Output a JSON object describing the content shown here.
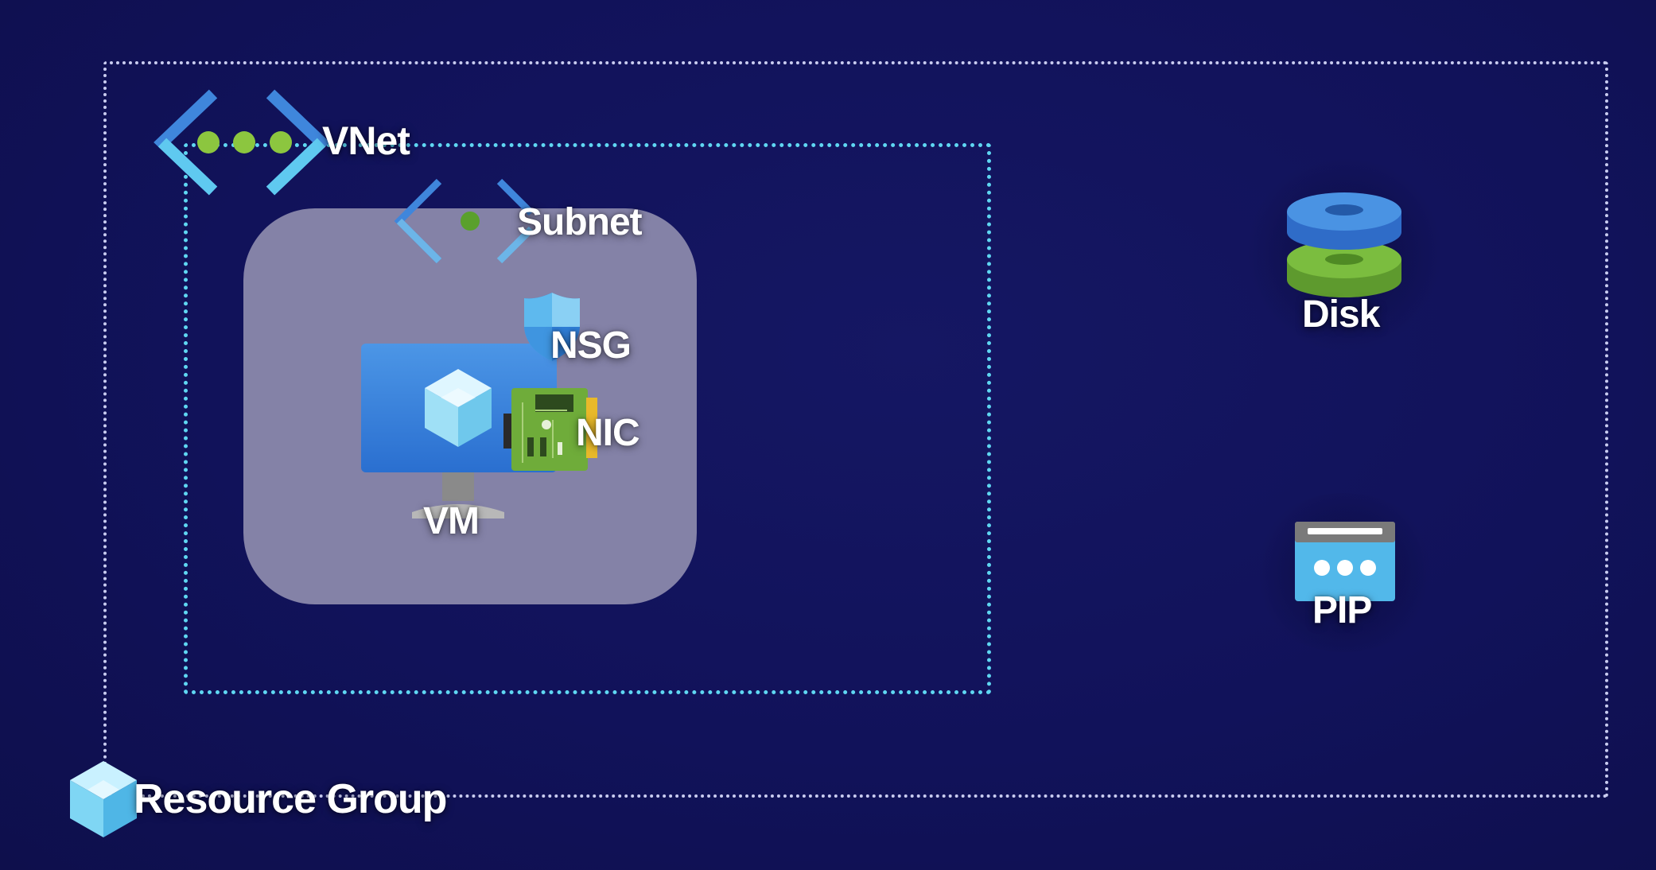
{
  "resource_group": {
    "label": "Resource Group"
  },
  "vnet": {
    "label": "VNet"
  },
  "subnet": {
    "label": "Subnet"
  },
  "nsg": {
    "label": "NSG"
  },
  "nic": {
    "label": "NIC"
  },
  "vm": {
    "label": "VM"
  },
  "disk": {
    "label": "Disk"
  },
  "pip": {
    "label": "PIP"
  },
  "colors": {
    "background": "#11125a",
    "resource_group_border": "#c9ccf0",
    "vnet_border": "#5fd7f2",
    "subnet_fill": "#8482a7",
    "vnet_dots": "#8cc63f",
    "disk_top": "#3a86d8",
    "disk_bottom": "#6aa83a"
  },
  "icons": {
    "vnet": "vnet-icon",
    "subnet": "subnet-icon",
    "nsg": "shield-icon",
    "nic": "network-card-icon",
    "vm": "monitor-icon",
    "disk": "disk-icon",
    "pip": "public-ip-icon",
    "resource_group": "cube-icon"
  }
}
